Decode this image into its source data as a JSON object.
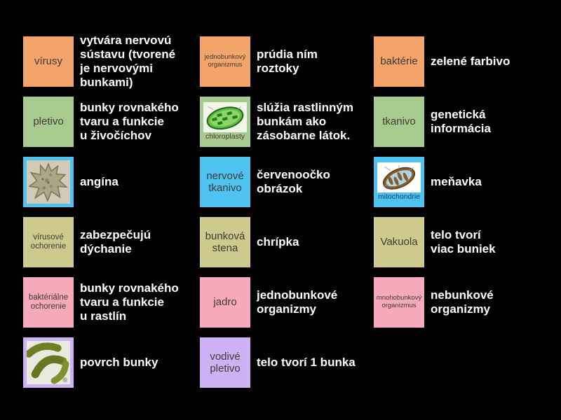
{
  "page": {
    "background": "#000000"
  },
  "colors": {
    "orange": "#F2A46B",
    "green": "#A7CB8E",
    "blue": "#4EC2F0",
    "olive": "#CEC98C",
    "pink": "#F5A9BA",
    "lavender": "#CEB0F4"
  },
  "columns": [
    {
      "items": [
        {
          "tile": {
            "kind": "text",
            "label": "vírusy",
            "color": "orange",
            "size": "md"
          },
          "answer": "vytvára nervovú\nsústavu (tvorené\nje nervovými\nbunkami)"
        },
        {
          "tile": {
            "kind": "text",
            "label": "pletivo",
            "color": "green",
            "size": "md"
          },
          "answer": "bunky rovnakého\ntvaru a funkcie\nu živočíchov"
        },
        {
          "tile": {
            "kind": "image",
            "image": "amoeba",
            "color": "blue"
          },
          "answer": "angína"
        },
        {
          "tile": {
            "kind": "text",
            "label": "vírusové\nochorenie",
            "color": "olive",
            "size": "sm"
          },
          "answer": "zabezpečujú\ndýchanie"
        },
        {
          "tile": {
            "kind": "text",
            "label": "baktériálne\nochorenie",
            "color": "pink",
            "size": "sm"
          },
          "answer": "bunky rovnakého\ntvaru a funkcie\nu rastlín"
        },
        {
          "tile": {
            "kind": "image",
            "image": "algae",
            "color": "lavender"
          },
          "answer": "povrch bunky"
        }
      ]
    },
    {
      "items": [
        {
          "tile": {
            "kind": "text",
            "label": "jednobunkový\norganizmus",
            "color": "orange",
            "size": "xs"
          },
          "answer": "prúdia ním\nroztoky"
        },
        {
          "tile": {
            "kind": "image",
            "image": "chloroplast",
            "color": "green",
            "caption": "chloroplasty"
          },
          "answer": "slúžia rastlinným\nbunkám ako\nzásobarne látok."
        },
        {
          "tile": {
            "kind": "text",
            "label": "nervové\ntkanivo",
            "color": "blue",
            "size": "md"
          },
          "answer": "červenoočko\nobrázok"
        },
        {
          "tile": {
            "kind": "text",
            "label": "bunková\nstena",
            "color": "olive",
            "size": "md"
          },
          "answer": "chrípka"
        },
        {
          "tile": {
            "kind": "text",
            "label": "jadro",
            "color": "pink",
            "size": "md"
          },
          "answer": "jednobunkové\norganizmy"
        },
        {
          "tile": {
            "kind": "text",
            "label": "vodivé\npletivo",
            "color": "lavender",
            "size": "md"
          },
          "answer": "telo tvorí 1 bunka"
        }
      ]
    },
    {
      "items": [
        {
          "tile": {
            "kind": "text",
            "label": "baktérie",
            "color": "orange",
            "size": "md"
          },
          "answer": "zelené farbivo"
        },
        {
          "tile": {
            "kind": "text",
            "label": "tkanivo",
            "color": "green",
            "size": "md"
          },
          "answer": "genetická\ninformácia"
        },
        {
          "tile": {
            "kind": "image",
            "image": "mitochondrion",
            "color": "blue",
            "caption": "mitochondrie",
            "caption_color": "#1C3E63"
          },
          "answer": "meňavka"
        },
        {
          "tile": {
            "kind": "text",
            "label": "Vakuola",
            "color": "olive",
            "size": "md"
          },
          "answer": "telo tvorí\nviac buniek"
        },
        {
          "tile": {
            "kind": "text",
            "label": "mnohobunkový\norganizmus",
            "color": "pink",
            "size": "xs"
          },
          "answer": "nebunkové\norganizmy"
        }
      ]
    }
  ]
}
